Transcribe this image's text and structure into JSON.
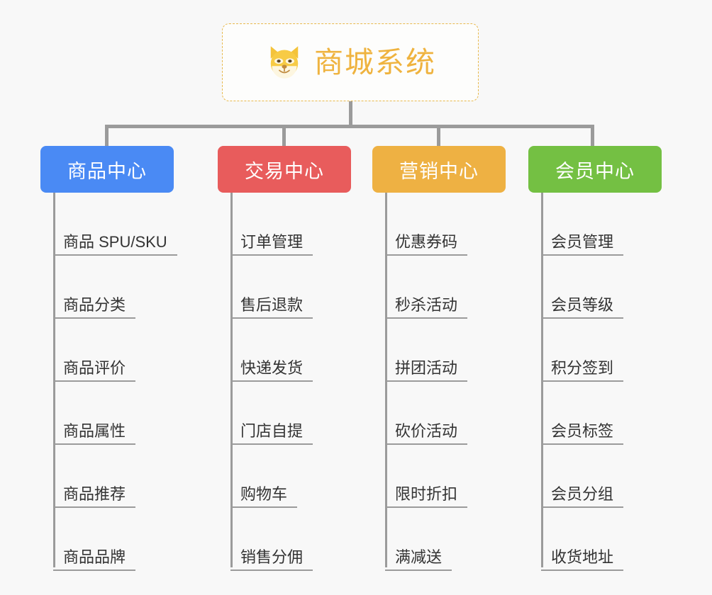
{
  "page": {
    "background_color": "#f8f8f8",
    "connector_color": "#9b9b9b",
    "leaf_text_color": "#333333"
  },
  "root": {
    "title": "商城系统",
    "icon": "shiba-dog-face-emoji",
    "border_color": "#e8b94d",
    "text_color": "#efb33f",
    "background_color": "#fdfdfc"
  },
  "categories": [
    {
      "label": "商品中心",
      "color": "#4a8af4",
      "items": [
        "商品 SPU/SKU",
        "商品分类",
        "商品评价",
        "商品属性",
        "商品推荐",
        "商品品牌"
      ]
    },
    {
      "label": "交易中心",
      "color": "#e85c5c",
      "items": [
        "订单管理",
        "售后退款",
        "快递发货",
        "门店自提",
        "购物车",
        "销售分佣"
      ]
    },
    {
      "label": "营销中心",
      "color": "#eeb143",
      "items": [
        "优惠券码",
        "秒杀活动",
        "拼团活动",
        "砍价活动",
        "限时折扣",
        "满减送"
      ]
    },
    {
      "label": "会员中心",
      "color": "#74c043",
      "items": [
        "会员管理",
        "会员等级",
        "积分签到",
        "会员标签",
        "会员分组",
        "收货地址"
      ]
    }
  ]
}
